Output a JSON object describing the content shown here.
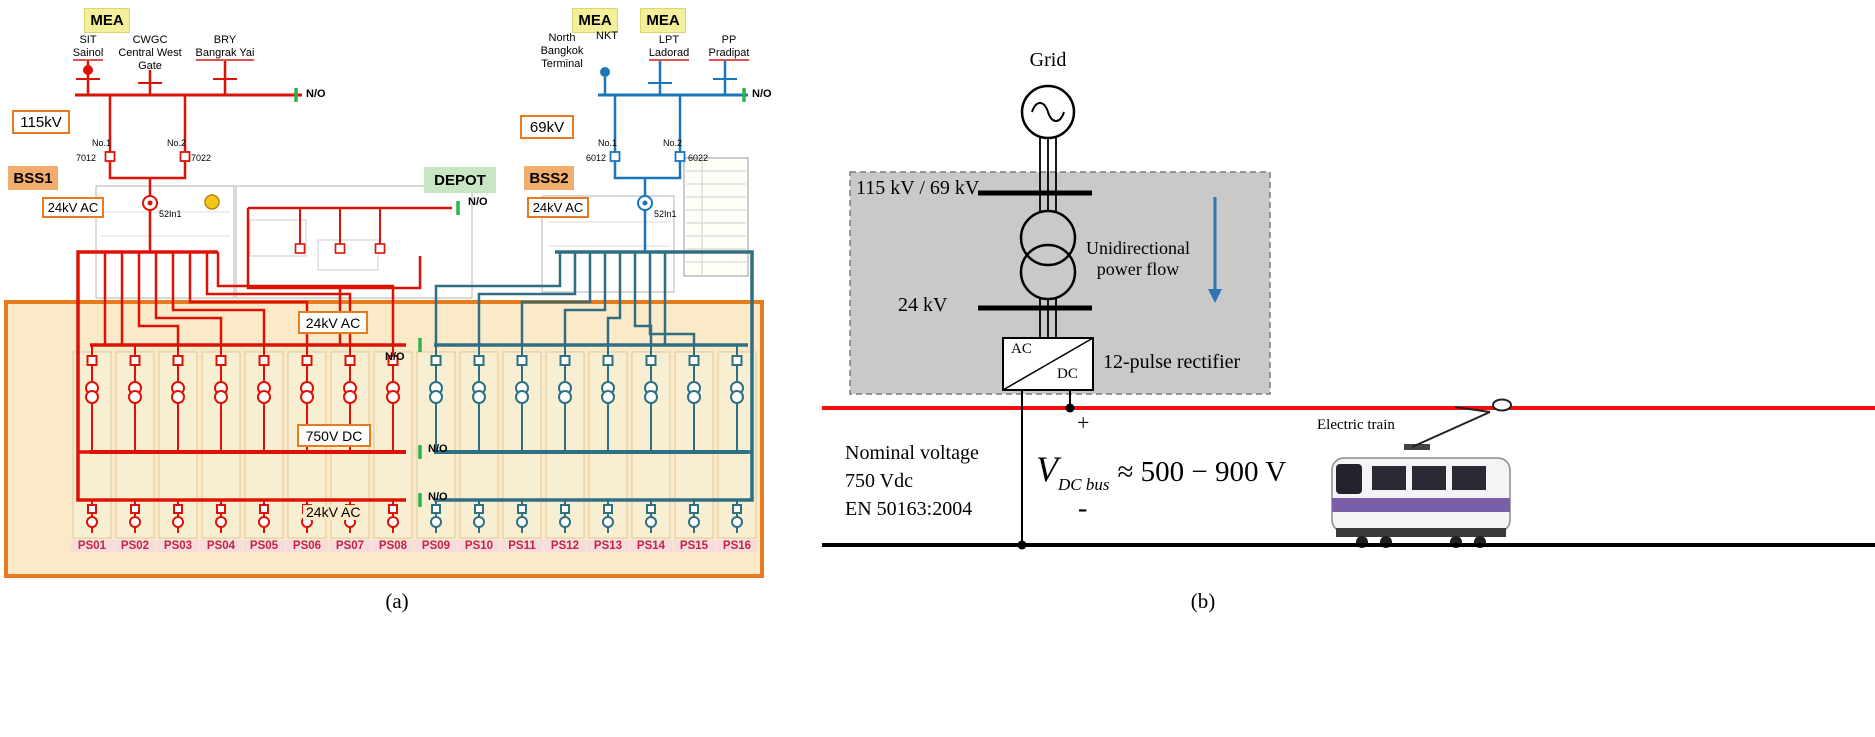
{
  "panel_a": {
    "caption": "(a)",
    "mea": "MEA",
    "feeders_left": {
      "f1_code": "SIT",
      "f1_name": "Sainol",
      "f2_code": "CWGC",
      "f2_name": "Central West",
      "f2_name2": "Gate",
      "f3_code": "BRY",
      "f3_name": "Bangrak Yai"
    },
    "feeders_right": {
      "f1_name": "North",
      "f1_name2": "Bangkok",
      "f1_name3": "Terminal",
      "f1_code": "NKT",
      "f2_code": "LPT",
      "f2_name": "Ladorad",
      "f3_code": "PP",
      "f3_name": "Pradipat"
    },
    "kv115": "115kV",
    "kv69": "69kV",
    "bss1": "BSS1",
    "bss2": "BSS2",
    "depot": "DEPOT",
    "ac24": "24kV AC",
    "dc750": "750V DC",
    "no": "N/O",
    "no1": "No.1",
    "no2": "No.2",
    "brk7012": "7012",
    "brk7022": "7022",
    "brk6012": "6012",
    "brk6022": "6022",
    "relay": "52In1",
    "ps": [
      "PS01",
      "PS02",
      "PS03",
      "PS04",
      "PS05",
      "PS06",
      "PS07",
      "PS08",
      "PS09",
      "PS10",
      "PS11",
      "PS12",
      "PS13",
      "PS14",
      "PS15",
      "PS16"
    ]
  },
  "panel_b": {
    "caption": "(b)",
    "grid": "Grid",
    "hv": "115 kV / 69 kV",
    "mv": "24 kV",
    "flow1": "Unidirectional",
    "flow2": "power flow",
    "ac": "AC",
    "dc": "DC",
    "rectifier": "12-pulse rectifier",
    "plus": "+",
    "minus": "-",
    "nominal1": "Nominal voltage",
    "nominal2": "750 Vdc",
    "nominal3": "EN 50163:2004",
    "v_sym": "V",
    "v_sub": "DC bus",
    "v_val": "≈ 500 − 900 V",
    "train": "Electric train"
  },
  "colors": {
    "red_network": "#dd1205",
    "blue_network": "#1b75bb",
    "teal_network": "#2e6f82",
    "orange_accent": "#e87b1e",
    "green_no": "#2eb24a",
    "dc_bus_red": "#f40b0b",
    "arrow_blue": "#2e75b6"
  }
}
